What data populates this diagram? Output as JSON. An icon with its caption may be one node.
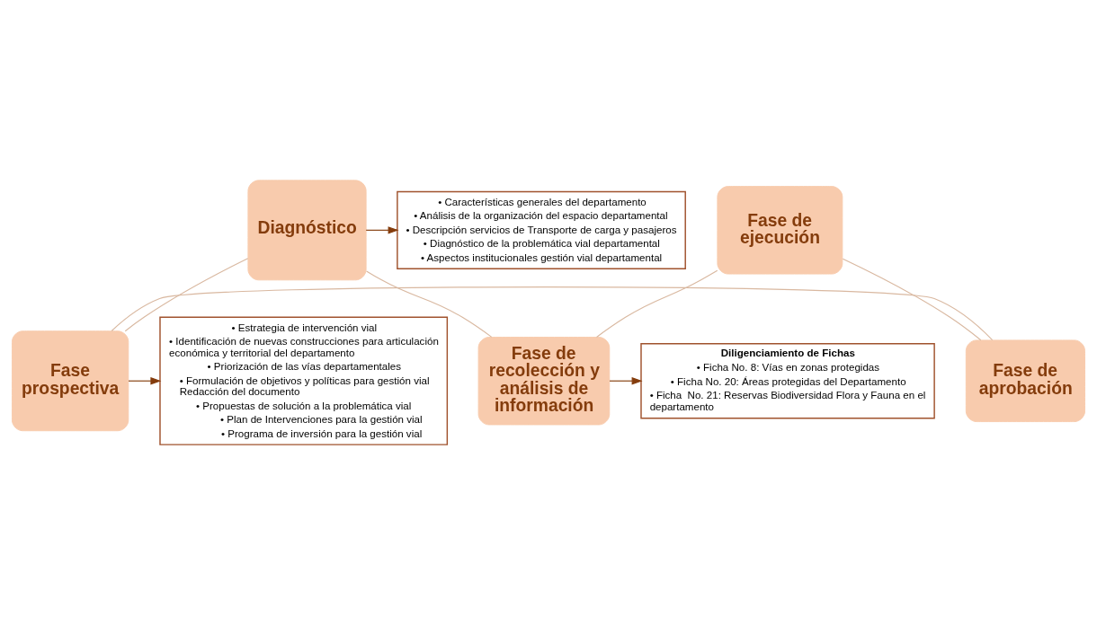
{
  "diagram": {
    "nodes": [
      {
        "text": [
          "Fase de recolección y análisis de información"
        ]
      },
      {
        "text": [
          "Diagnóstico"
        ]
      },
      {
        "text": [
          "Fase prospectiva"
        ]
      },
      {
        "text": [
          "Fase de aprobación"
        ]
      },
      {
        "text": [
          "Fase de ejecución"
        ]
      },
      {
        "text": [
          "Diligenciamiento de Fichas",
          "• Ficha No. 8: Vías en zonas protegidas",
          "• Ficha No. 20: Áreas protegidas del Departamento",
          "• Ficha  No. 21: Reservas Biodiversidad Flora y Fauna en el departamento"
        ]
      },
      {
        "text": [
          "• Características generales del departamento",
          "• Análisis de la organización del espacio departamental",
          "• Descripción servicios de Transporte de carga y pasajeros",
          "• Diagnóstico de la problemática vial departamental",
          "• Aspectos institucionales gestión vial departamental"
        ]
      },
      {
        "text": [
          "• Estrategia de intervención vial",
          "• Identificación de nuevas construcciones para articulación económica y territorial del departamento",
          "• Priorización de las vías departamentales",
          "• Formulación de objetivos y políticas para gestión vial Redacción del documento",
          "• Propuestas de solución a la problemática vial",
          "• Plan de Intervenciones para la gestión vial",
          "• Programa de inversión para la gestión vial"
        ]
      }
    ],
    "edges": [
      {
        "from": 0,
        "to": 1,
        "arrow": "none"
      },
      {
        "from": 1,
        "to": 2,
        "arrow": "none"
      },
      {
        "from": 2,
        "to": 3,
        "arrow": "none"
      },
      {
        "from": 3,
        "to": 4,
        "arrow": "none"
      },
      {
        "from": 4,
        "to": 0,
        "arrow": "none"
      },
      {
        "from": 0,
        "to": 5,
        "arrow": "to",
        "color": "#843c0c"
      },
      {
        "from": 1,
        "to": 6,
        "arrow": "to",
        "color": "#843c0c"
      },
      {
        "from": 2,
        "to": 7,
        "arrow": "to",
        "color": "#843c0c"
      }
    ]
  }
}
